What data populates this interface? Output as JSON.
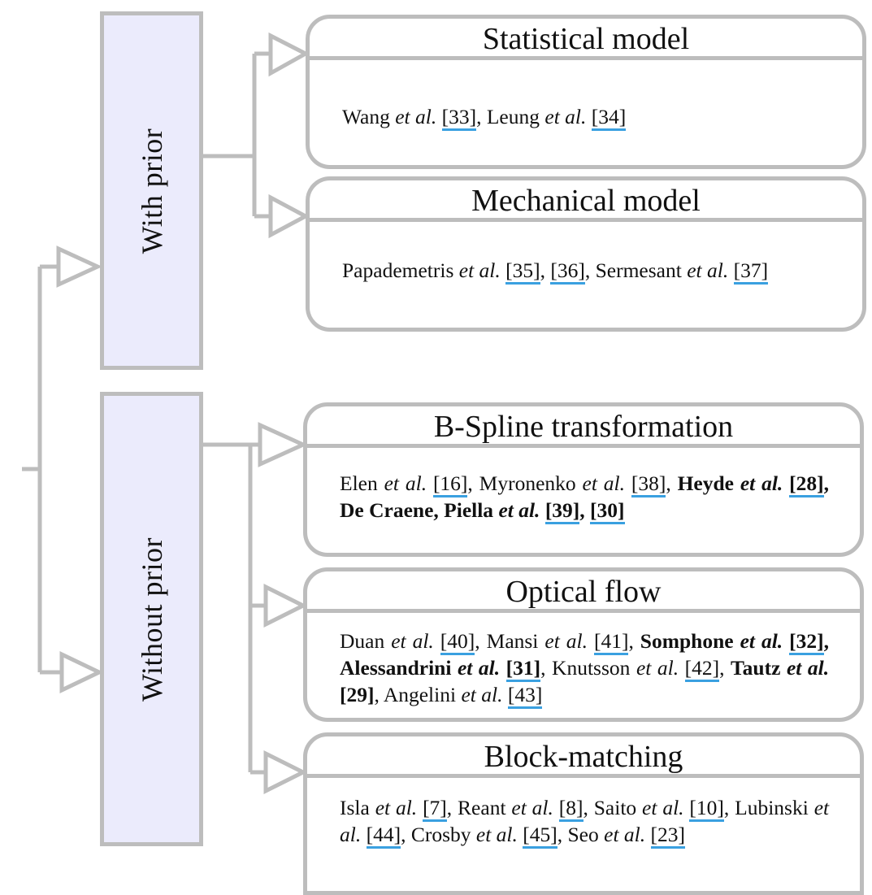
{
  "categories": {
    "with_prior": "With prior",
    "without_prior": "Without prior"
  },
  "boxes": {
    "statistical": {
      "title": "Statistical model",
      "refs": [
        "Wang",
        "et al.",
        "[33]",
        "Leung",
        "et al.",
        "[34]"
      ]
    },
    "mechanical": {
      "title": "Mechanical model",
      "refs": [
        "Papademetris",
        "et al.",
        "[35]",
        "[36]",
        "Sermesant",
        "et al.",
        "[37]"
      ]
    },
    "bspline": {
      "title": "B-Spline transformation",
      "refs": [
        "Elen",
        "et al.",
        "[16]",
        "Myronenko",
        "et al.",
        "[38]",
        "Heyde",
        "et al.",
        "[28]",
        "De Craene, Piella",
        "et al.",
        "[39]",
        "[30]"
      ]
    },
    "optical": {
      "title": "Optical flow",
      "refs": [
        "Duan",
        "et al.",
        "[40]",
        "Mansi",
        "et al.",
        "[41]",
        "Somphone",
        "et al.",
        "[32]",
        "Alessandrini",
        "et al.",
        "[31]",
        "Knutsson",
        "et al.",
        "[42]",
        "Tautz",
        "et al.",
        "[29]",
        "Angelini",
        "et al.",
        "[43]"
      ]
    },
    "block": {
      "title": "Block-matching",
      "refs": [
        "Isla",
        "et al.",
        "[7]",
        "Reant",
        "et al.",
        "[8]",
        "Saito",
        "et al.",
        "[10]",
        "Lubinski",
        "et al.",
        "[44]",
        "Crosby",
        "et al.",
        "[45]",
        "Seo",
        "et al.",
        "[23]"
      ]
    }
  }
}
